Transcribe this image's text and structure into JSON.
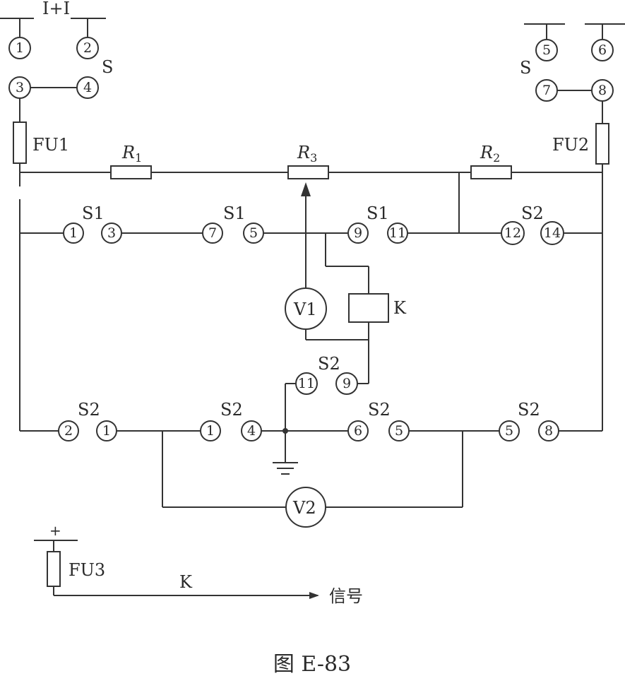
{
  "labels": {
    "bus_top_left": "I+I",
    "s_left": "S",
    "s_right": "S",
    "fu1": "FU1",
    "fu2": "FU2",
    "fu3": "FU3",
    "r1": "R",
    "r1_sub": "1",
    "r3": "R",
    "r3_sub": "3",
    "r2": "R",
    "r2_sub": "2",
    "v1": "V1",
    "v2": "V2",
    "relay_k": "K",
    "k_contact": "K",
    "plus": "+",
    "signal": "信号",
    "s1_a": "S1",
    "s1_b": "S1",
    "s1_c": "S1",
    "s2_a": "S2",
    "s2_b": "S2",
    "s2_c": "S2",
    "s2_d": "S2",
    "s2_e": "S2",
    "s2_f": "S2"
  },
  "terminals": {
    "t1": "1",
    "t2": "2",
    "t3": "3",
    "t4": "4",
    "t5": "5",
    "t6": "6",
    "t7": "7",
    "t8": "8",
    "s1_1": "1",
    "s1_3": "3",
    "s1_7": "7",
    "s1_5": "5",
    "s1_9": "9",
    "s1_11": "11",
    "s2_12": "12",
    "s2_14": "14",
    "s2_11": "11",
    "s2_9": "9",
    "s2_2": "2",
    "s2_1a": "1",
    "s2_1b": "1",
    "s2_4": "4",
    "s2_6": "6",
    "s2_5a": "5",
    "s2_5b": "5",
    "s2_8": "8"
  },
  "caption": "图 E-83"
}
